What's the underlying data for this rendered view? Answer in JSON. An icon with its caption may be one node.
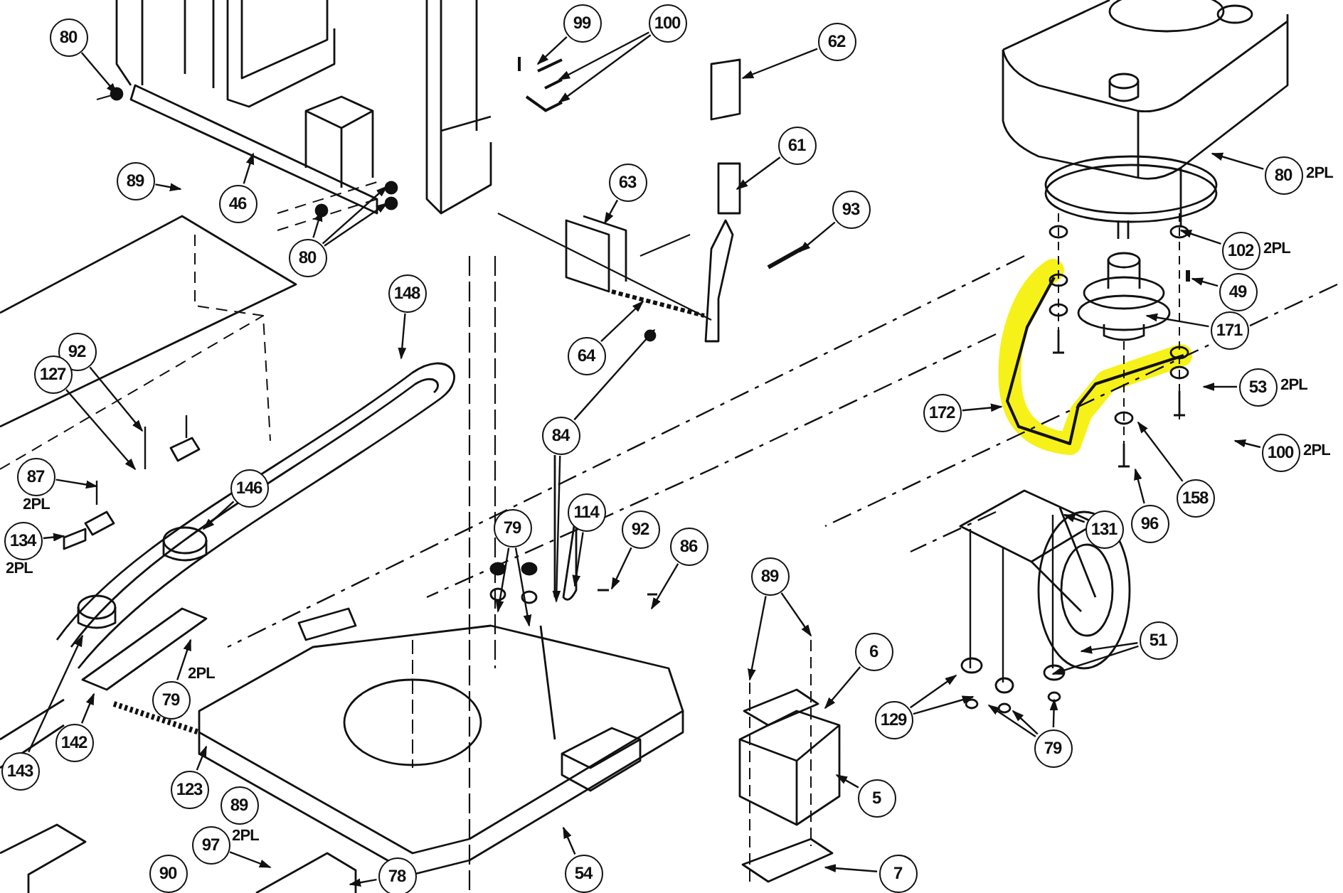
{
  "diagram": {
    "nodes": [
      {
        "text": [
          "80"
        ]
      },
      {
        "text": [
          "99"
        ]
      },
      {
        "text": [
          "100"
        ]
      },
      {
        "text": [
          "62"
        ]
      },
      {
        "text": [
          "61"
        ]
      },
      {
        "text": [
          "89"
        ]
      },
      {
        "text": [
          "46"
        ]
      },
      {
        "text": [
          "63"
        ]
      },
      {
        "text": [
          "93"
        ]
      },
      {
        "text": [
          "80"
        ]
      },
      {
        "text": [
          "102"
        ],
        "beside": [
          "2PL"
        ]
      },
      {
        "text": [
          "49"
        ]
      },
      {
        "text": [
          "148"
        ]
      },
      {
        "text": [
          "64"
        ]
      },
      {
        "text": [
          "171"
        ]
      },
      {
        "text": [
          "92"
        ]
      },
      {
        "text": [
          "127"
        ]
      },
      {
        "text": [
          "84"
        ]
      },
      {
        "text": [
          "53"
        ],
        "beside": [
          "2PL"
        ]
      },
      {
        "text": [
          "172"
        ]
      },
      {
        "text": [
          "158"
        ]
      },
      {
        "text": [
          "100"
        ],
        "beside": [
          "2PL"
        ]
      },
      {
        "text": [
          "146"
        ]
      },
      {
        "text": [
          "87"
        ],
        "beside": [
          "2PL"
        ]
      },
      {
        "text": [
          "131"
        ]
      },
      {
        "text": [
          "96"
        ]
      },
      {
        "text": [
          "114"
        ]
      },
      {
        "text": [
          "134"
        ],
        "beside": [
          "2PL"
        ]
      },
      {
        "text": [
          "79"
        ]
      },
      {
        "text": [
          "92"
        ]
      },
      {
        "text": [
          "86"
        ]
      },
      {
        "text": [
          "89"
        ]
      },
      {
        "text": [
          "6"
        ]
      },
      {
        "text": [
          "51"
        ]
      },
      {
        "text": [
          "79"
        ],
        "beside": [
          "2PL"
        ]
      },
      {
        "text": [
          "142"
        ]
      },
      {
        "text": [
          "143"
        ]
      },
      {
        "text": [
          "129"
        ]
      },
      {
        "text": [
          "79"
        ]
      },
      {
        "text": [
          "5"
        ]
      },
      {
        "text": [
          "123"
        ]
      },
      {
        "text": [
          "54"
        ]
      },
      {
        "text": [
          "89"
        ]
      },
      {
        "text": [
          "97"
        ],
        "beside": [
          "2PL"
        ]
      },
      {
        "text": [
          "78"
        ]
      },
      {
        "text": [
          "7"
        ]
      },
      {
        "text": [
          "90"
        ]
      },
      {
        "text": [
          "80"
        ],
        "beside": [
          "2PL"
        ]
      }
    ],
    "edges": [
      {
        "from": 0,
        "to": null,
        "arrow": "to"
      },
      {
        "from": 1,
        "to": null,
        "arrow": "to"
      },
      {
        "from": 2,
        "to": null,
        "arrow": "to"
      },
      {
        "from": 2,
        "to": null,
        "arrow": "to"
      },
      {
        "from": 3,
        "to": null,
        "arrow": "to"
      },
      {
        "from": 4,
        "to": null,
        "arrow": "to"
      },
      {
        "from": 5,
        "to": null,
        "arrow": "to"
      },
      {
        "from": 6,
        "to": null,
        "arrow": "to"
      },
      {
        "from": 7,
        "to": null,
        "arrow": "to"
      },
      {
        "from": 8,
        "to": null,
        "arrow": "to"
      },
      {
        "from": 9,
        "to": null,
        "arrow": "to"
      },
      {
        "from": 9,
        "to": null,
        "arrow": "to"
      },
      {
        "from": 9,
        "to": null,
        "arrow": "to"
      },
      {
        "from": 10,
        "to": null,
        "arrow": "to"
      },
      {
        "from": 11,
        "to": null,
        "arrow": "to"
      },
      {
        "from": 12,
        "to": null,
        "arrow": "to"
      },
      {
        "from": 13,
        "to": null,
        "arrow": "to"
      },
      {
        "from": 14,
        "to": null,
        "arrow": "to"
      },
      {
        "from": 15,
        "to": null,
        "arrow": "to"
      },
      {
        "from": 16,
        "to": null,
        "arrow": "to"
      },
      {
        "from": 17,
        "to": null,
        "arrow": "to"
      },
      {
        "from": 17,
        "to": null,
        "arrow": "to"
      },
      {
        "from": 18,
        "to": null,
        "arrow": "to"
      },
      {
        "from": 19,
        "to": null,
        "arrow": "to"
      },
      {
        "from": 20,
        "to": null,
        "arrow": "to"
      },
      {
        "from": 21,
        "to": null,
        "arrow": "to"
      },
      {
        "from": 22,
        "to": null,
        "arrow": "to"
      },
      {
        "from": 23,
        "to": null,
        "arrow": "to"
      },
      {
        "from": 24,
        "to": null,
        "arrow": "to"
      },
      {
        "from": 25,
        "to": null,
        "arrow": "to"
      },
      {
        "from": 26,
        "to": null,
        "arrow": "to"
      },
      {
        "from": 27,
        "to": null,
        "arrow": "to"
      },
      {
        "from": 28,
        "to": null,
        "arrow": "to"
      },
      {
        "from": 28,
        "to": null,
        "arrow": "to"
      },
      {
        "from": 29,
        "to": null,
        "arrow": "to"
      },
      {
        "from": 30,
        "to": null,
        "arrow": "to"
      },
      {
        "from": 31,
        "to": null,
        "arrow": "to"
      },
      {
        "from": 31,
        "to": null,
        "arrow": "to"
      },
      {
        "from": 32,
        "to": null,
        "arrow": "to"
      },
      {
        "from": 33,
        "to": null,
        "arrow": "to"
      },
      {
        "from": 33,
        "to": null,
        "arrow": "to"
      },
      {
        "from": 34,
        "to": null,
        "arrow": "to"
      },
      {
        "from": 35,
        "to": null,
        "arrow": "to"
      },
      {
        "from": 36,
        "to": null,
        "arrow": "to"
      },
      {
        "from": 37,
        "to": null,
        "arrow": "to"
      },
      {
        "from": 37,
        "to": null,
        "arrow": "to"
      },
      {
        "from": 38,
        "to": null,
        "arrow": "to"
      },
      {
        "from": 38,
        "to": null,
        "arrow": "to"
      },
      {
        "from": 38,
        "to": null,
        "arrow": "to"
      },
      {
        "from": 39,
        "to": null,
        "arrow": "to"
      },
      {
        "from": 40,
        "to": null,
        "arrow": "to"
      },
      {
        "from": 41,
        "to": null,
        "arrow": "to"
      },
      {
        "from": 43,
        "to": null,
        "arrow": "to"
      },
      {
        "from": 44,
        "to": null,
        "arrow": "to"
      },
      {
        "from": 45,
        "to": null,
        "arrow": "to"
      },
      {
        "from": 47,
        "to": null,
        "arrow": "to"
      }
    ]
  }
}
